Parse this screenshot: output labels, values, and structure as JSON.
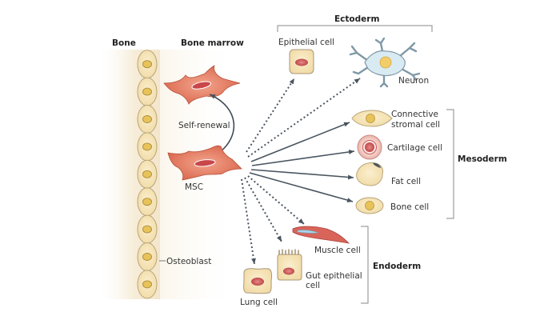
{
  "diagram": {
    "title": "Mesenchymal stem cell differentiation",
    "regions": {
      "bone": "Bone",
      "bone_marrow": "Bone marrow"
    },
    "stem_cell": {
      "label": "MSC",
      "self_renewal_label": "Self-renewal"
    },
    "osteoblast": {
      "label": "Osteoblast",
      "count": 9
    },
    "germ_layers": {
      "ectoderm": {
        "label": "Ectoderm",
        "cells": [
          {
            "id": "epithelial",
            "label": "Epithelial cell",
            "arrow": "dotted"
          },
          {
            "id": "neuron",
            "label": "Neuron",
            "arrow": "dotted"
          }
        ]
      },
      "mesoderm": {
        "label": "Mesoderm",
        "cells": [
          {
            "id": "connective",
            "label_line1": "Connective",
            "label_line2": "stromal cell",
            "arrow": "solid"
          },
          {
            "id": "cartilage",
            "label": "Cartilage cell",
            "arrow": "solid"
          },
          {
            "id": "fat",
            "label": "Fat cell",
            "arrow": "solid"
          },
          {
            "id": "bone",
            "label": "Bone cell",
            "arrow": "solid"
          }
        ]
      },
      "endoderm": {
        "label": "Endoderm",
        "cells": [
          {
            "id": "muscle",
            "label": "Muscle cell",
            "arrow": "dotted"
          },
          {
            "id": "gut",
            "label_line1": "Gut epithelial",
            "label_line2": "cell",
            "arrow": "dotted"
          },
          {
            "id": "lung",
            "label": "Lung cell",
            "arrow": "dotted"
          }
        ]
      }
    },
    "colors": {
      "bone_bg": "#f6ecd8",
      "cell_fill": "#f7e3b3",
      "cell_stroke": "#b8a57a",
      "nucleus_yellow": "#e8c35a",
      "msc_fill": "#e07a5f",
      "msc_stroke": "#b5523a",
      "nucleus_red": "#c9464a",
      "arrow": "#4a5560",
      "neuron_fill": "#d9ebf2",
      "neuron_stroke": "#7f98a6",
      "bracket": "#888888"
    }
  }
}
